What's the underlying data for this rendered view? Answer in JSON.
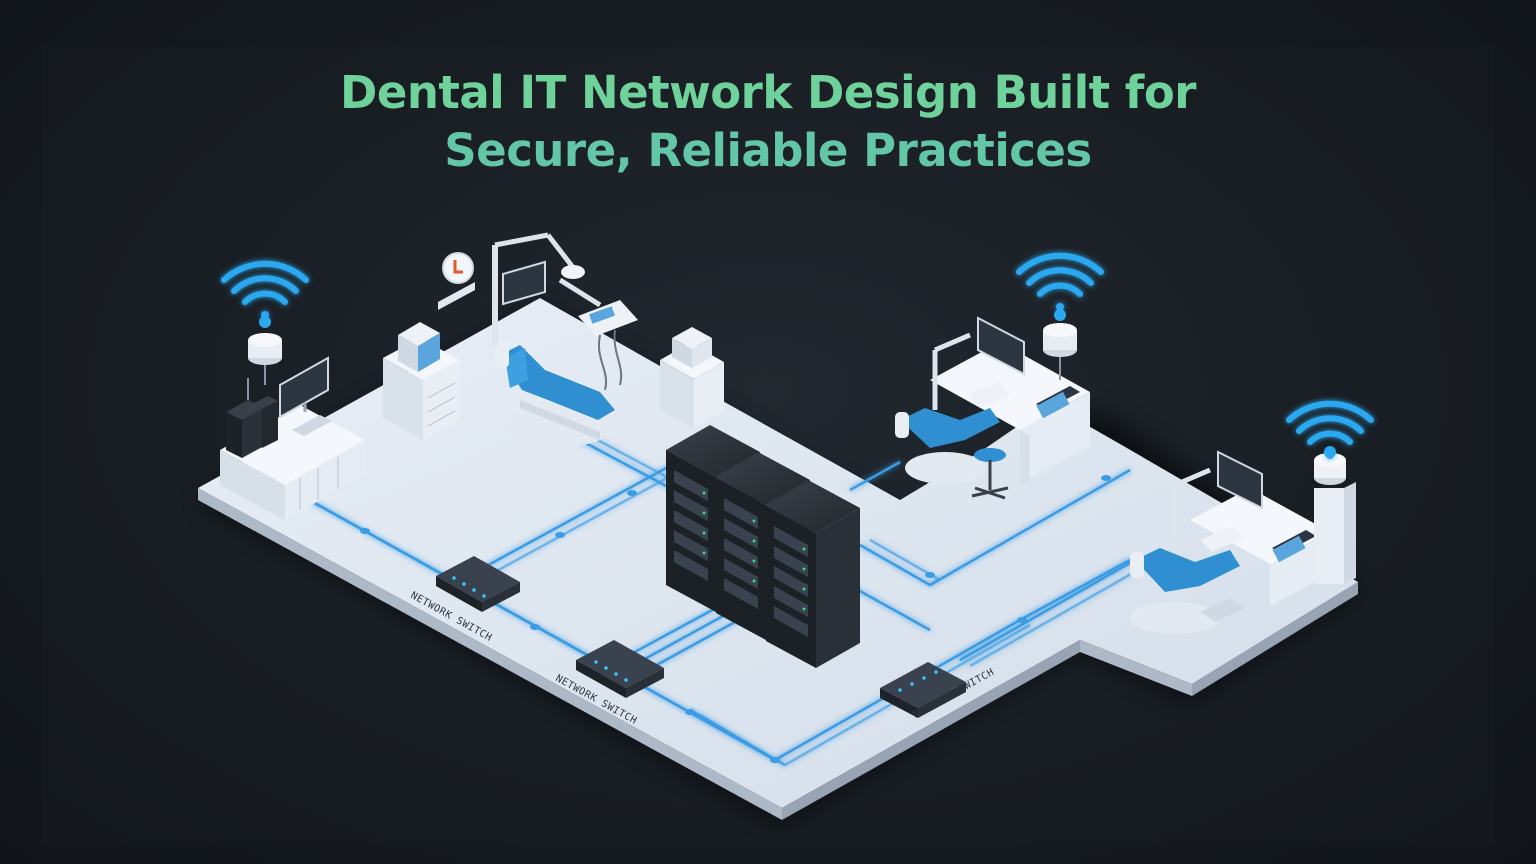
{
  "title": {
    "line1": "Dental IT Network Design Built for",
    "line2": "Secure, Reliable Practices"
  },
  "switch_labels": {
    "left": "NETWORK SWITCH",
    "middle": "NETWORK SWITCH",
    "right": "NETWORK SWITCH"
  },
  "colors": {
    "title_green": "#6fd29a",
    "title_teal": "#63c6a6",
    "cable_blue": "#3b9be3",
    "wifi_blue": "#2aa8f0",
    "chair_blue": "#2f8fd0",
    "floor": "#dfe7f2",
    "background": "#161b20"
  },
  "icons": [
    "wifi-icon",
    "server-rack-icon",
    "network-switch-icon",
    "dental-chair-icon",
    "monitor-icon",
    "access-point-icon",
    "clock-icon",
    "cabinet-icon"
  ]
}
